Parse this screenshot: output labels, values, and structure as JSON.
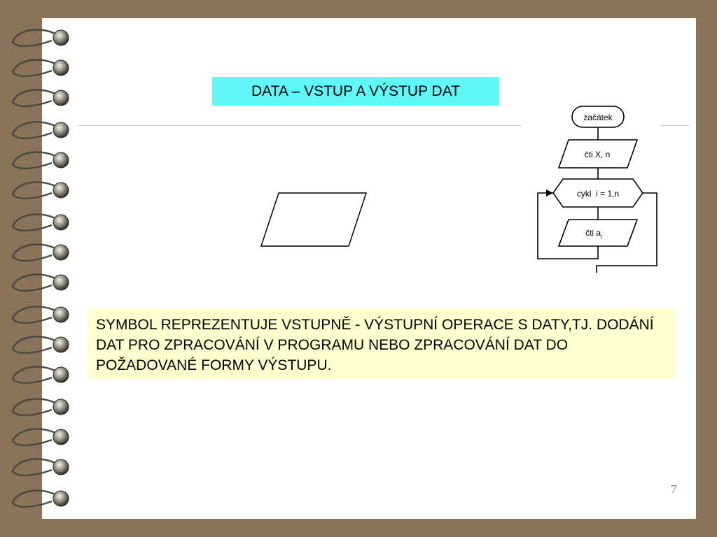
{
  "slide": {
    "title": "DATA – VSTUP A VÝSTUP DAT",
    "description": "SYMBOL REPREZENTUJE VSTUPNĚ - VÝSTUPNÍ OPERACE S DATY,TJ. DODÁNÍ DAT PRO ZPRACOVÁNÍ V PROGRAMU NEBO ZPRACOVÁNÍ DAT DO POŽADOVANÉ FORMY VÝSTUPU.",
    "page_number": "7"
  },
  "flowchart": {
    "start": "začátek",
    "read_xn": "čti X, n",
    "loop": "cykl  i = 1,n",
    "read_a": "čti a",
    "read_a_sub": "i"
  },
  "colors": {
    "background": "#8a7358",
    "title_fill": "#5ff8f6",
    "description_fill": "#ffffcf",
    "page_number": "#b36b2c"
  }
}
